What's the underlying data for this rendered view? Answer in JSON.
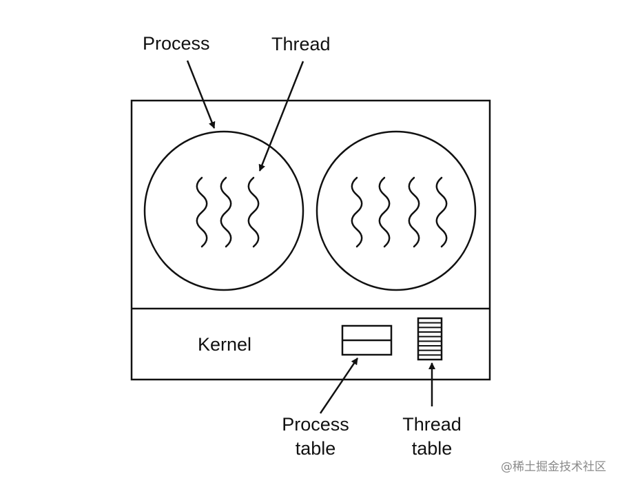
{
  "labels": {
    "process": "Process",
    "thread": "Thread",
    "kernel": "Kernel",
    "process_table_line1": "Process",
    "process_table_line2": "table",
    "thread_table_line1": "Thread",
    "thread_table_line2": "table"
  },
  "processes": [
    {
      "threads": 3
    },
    {
      "threads": 4
    }
  ],
  "thread_table_rows": 9,
  "process_table_rows": 2,
  "watermark": "@稀土掘金技术社区",
  "colors": {
    "ink": "#111111",
    "background": "#ffffff",
    "watermark": "#8a8a8a"
  }
}
